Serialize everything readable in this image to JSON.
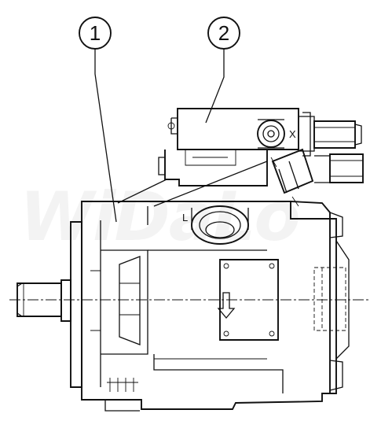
{
  "callouts": [
    {
      "label": "1"
    },
    {
      "label": "2"
    }
  ],
  "port_labels": {
    "L": "L",
    "X": "X"
  },
  "watermark": "WiDaLo"
}
